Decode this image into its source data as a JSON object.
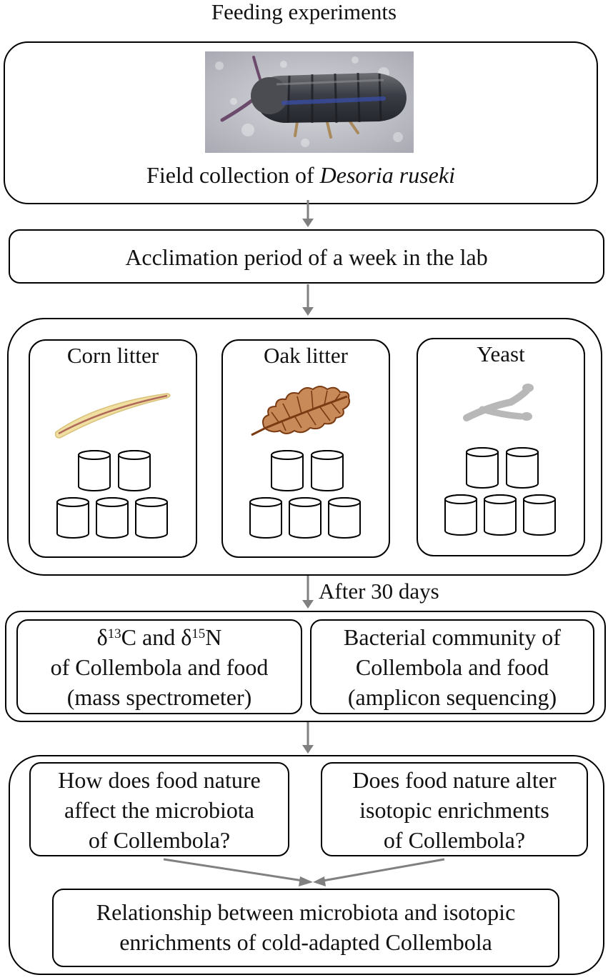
{
  "title": "Feeding experiments",
  "step1": {
    "caption_prefix": "Field collection of ",
    "caption_species": "Desoria ruseki"
  },
  "step2": {
    "label": "Acclimation period of a week in the lab"
  },
  "treatments": [
    {
      "label": "Corn litter",
      "icon": "corn-leaf-icon"
    },
    {
      "label": "Oak litter",
      "icon": "oak-leaf-icon"
    },
    {
      "label": "Yeast",
      "icon": "yeast-icon"
    }
  ],
  "duration_label": "After 30 days",
  "analyses": {
    "isotope": {
      "delta1": "δ",
      "sup1": "13",
      "mid": "C and δ",
      "sup2": "15",
      "tail": "N",
      "line2": "of Collembola and food",
      "line3": "(mass spectrometer)"
    },
    "bacteria": {
      "line1": "Bacterial community of",
      "line2": "Collembola and food",
      "line3": "(amplicon sequencing)"
    }
  },
  "questions": {
    "q1": [
      "How does food nature",
      "affect the microbiota",
      "of Collembola?"
    ],
    "q2": [
      "Does food nature alter",
      "isotopic enrichments",
      "of Collembola?"
    ]
  },
  "conclusion": [
    "Relationship between microbiota and isotopic",
    "enrichments of cold-adapted Collembola"
  ],
  "colors": {
    "arrow": "#808080",
    "corn_leaf": "#f0dfa0",
    "corn_stripe": "#b06a5a",
    "oak_leaf": "#c98a5a",
    "oak_vein": "#7a3a12",
    "yeast": "#b8b8b8"
  }
}
